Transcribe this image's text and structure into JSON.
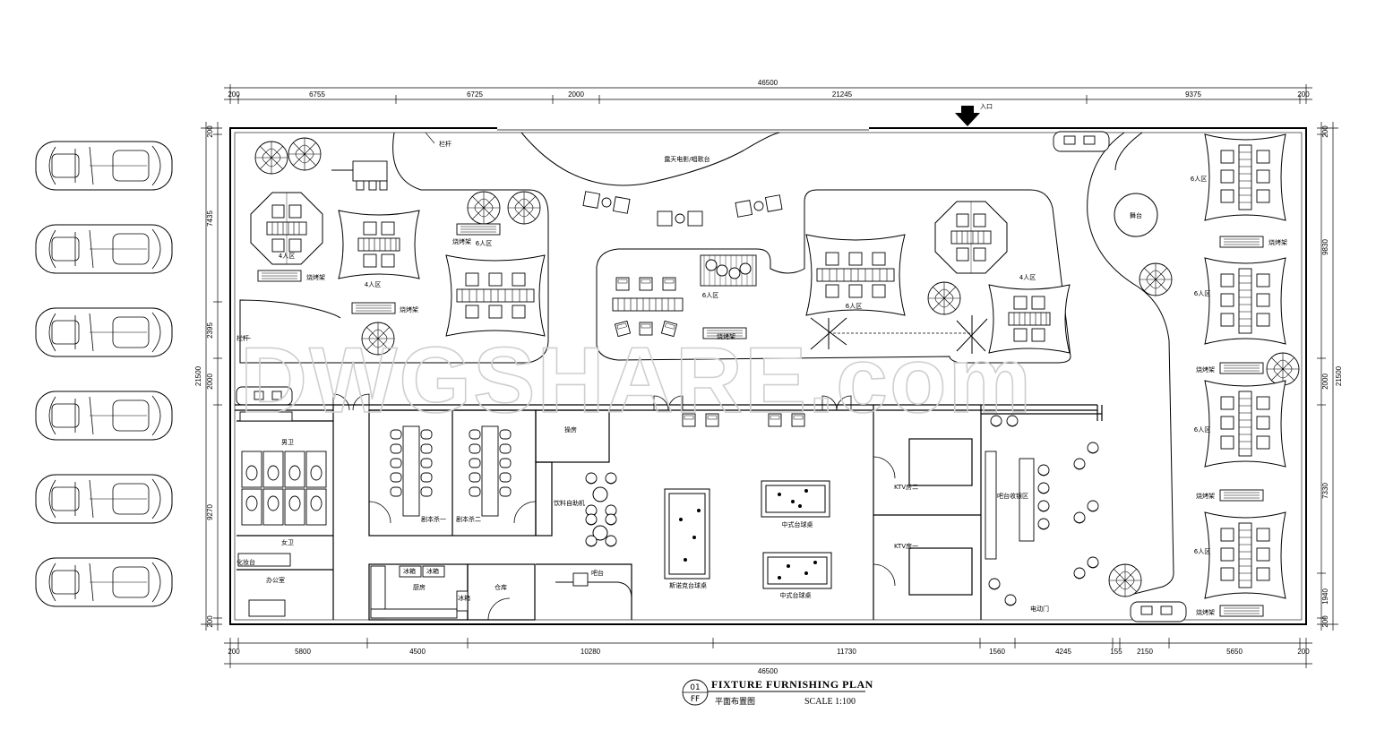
{
  "plan": {
    "dims_top": {
      "total": "46500",
      "segments": [
        "200",
        "6755",
        "6725",
        "2000",
        "21245",
        "9375",
        "200"
      ]
    },
    "dims_bottom": {
      "total": "46500",
      "segments": [
        "200",
        "5800",
        "4500",
        "10280",
        "11730",
        "1560",
        "4245",
        "155",
        "2150",
        "5650",
        "200"
      ]
    },
    "dims_left": [
      "200",
      "7435",
      "2395",
      "2000",
      "21500",
      "9270",
      "200"
    ],
    "dims_right": [
      "200",
      "9830",
      "2000",
      "21500",
      "7330",
      "1940",
      "200"
    ],
    "labels": {
      "entrance": "入口",
      "railing_1": "栏杆",
      "railing_2": "栏杆",
      "outdoor_cinema": "露天电影/唱歌台",
      "stage": "舞台",
      "zone6_a": "6人区",
      "zone6_b": "6人区",
      "zone6_c": "6人区",
      "zone6_r1": "6人区",
      "zone6_r2": "6人区",
      "zone6_r3": "6人区",
      "zone6_r4": "6人区",
      "zone4_a": "4人区",
      "zone4_b": "4人区",
      "zone4_c": "4人区",
      "bbq_1": "烧烤架",
      "bbq_2": "烧烤架",
      "bbq_3": "烧烤架",
      "bbq_4": "烧烤架",
      "bbq_r1": "烧烤架",
      "bbq_r2": "烧烤架",
      "bbq_r3": "烧烤架",
      "bbq_r4": "烧烤架",
      "mens_wc": "男卫",
      "womens_wc": "女卫",
      "makeup": "化妆台",
      "office": "办公室",
      "script_kill_1": "剧本杀一",
      "script_kill_2": "剧本杀二",
      "kitchen": "厨房",
      "fridge_1": "冰箱",
      "fridge_2": "冰箱",
      "fridge_3": "冰箱",
      "warehouse": "仓库",
      "cooking_room": "操房",
      "drink_self": "饮料自助机",
      "bar": "吧台",
      "snooker": "斯诺克台球桌",
      "chinese_pool_1": "中式台球桌",
      "chinese_pool_2": "中式台球桌",
      "ktv_2": "KTV房二",
      "ktv_1": "KTV房一",
      "bar_cashier": "吧台收银区",
      "electric_door": "电动门"
    },
    "title": {
      "num": "01",
      "code": "FF",
      "name": "FIXTURE FURNISHING PLAN",
      "cn": "平面布置图",
      "scale": "SCALE 1:100"
    },
    "watermark": "DWGSHARE.com"
  }
}
